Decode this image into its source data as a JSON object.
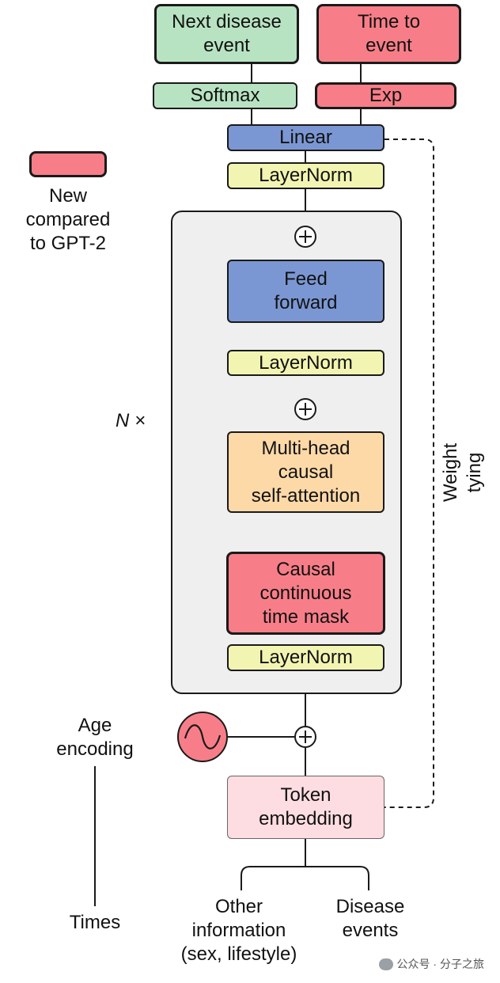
{
  "outputs": {
    "next_disease_event": "Next disease\nevent",
    "time_to_event": "Time to\nevent",
    "softmax": "Softmax",
    "exp": "Exp"
  },
  "head": {
    "linear": "Linear",
    "layernorm": "LayerNorm"
  },
  "legend": {
    "text": "New\ncompared\nto GPT-2",
    "color": "#f77e88"
  },
  "block": {
    "repeat_label": "N ×",
    "feed_forward": "Feed\nforward",
    "layernorm_ff": "LayerNorm",
    "attention": "Multi-head\ncausal\nself-attention",
    "time_mask": "Causal\ncontinuous\ntime mask",
    "layernorm_attn": "LayerNorm"
  },
  "weight_tying": "Weight tying",
  "inputs": {
    "age_encoding": "Age\nencoding",
    "token_embedding": "Token\nembedding",
    "times": "Times",
    "other_information": "Other\ninformation\n(sex, lifestyle)",
    "disease_events": "Disease\nevents"
  },
  "watermark": "公众号 · 分子之旅",
  "colors": {
    "green": "#b8e3c2",
    "red": "#f77e88",
    "blue": "#7b97d3",
    "yellow": "#f2f4b2",
    "orange": "#fdd9a8",
    "pink": "#fddde1"
  }
}
